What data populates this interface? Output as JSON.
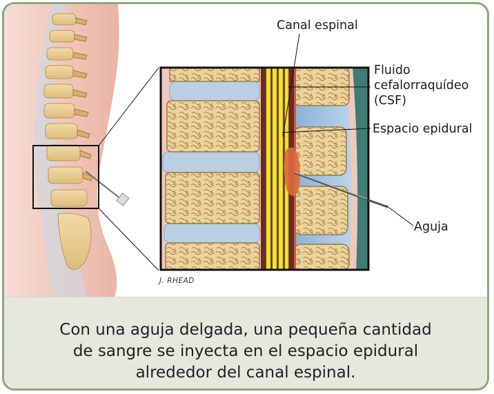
{
  "labels": {
    "canal_espinal": "Canal espinal",
    "fluido_line1": "Fluido",
    "fluido_line2": "cefalorraquídeo",
    "fluido_line3": "(CSF)",
    "espacio_epidural": "Espacio epidural",
    "aguja": "Aguja"
  },
  "signature": "J. RHEAD",
  "caption": {
    "line1": "Con una aguja delgada, una pequeña cantidad",
    "line2": "de sangre se inyecta en el espacio epidural",
    "line3": "alrededor del canal espinal."
  },
  "colors": {
    "frame_border": "#8aa77b",
    "caption_bg": "#e6e8de",
    "skin": "#f2c9bd",
    "bone": "#e9cf97",
    "disc": "#b8cfe4",
    "spinal_cord_yellow": "#efe43a",
    "csf_dark_red": "#6b2a22",
    "epidural_blue": "#a8c8e6",
    "blood": "#d96a3c",
    "teal_back": "#3f7d74"
  },
  "icons": [
    "spine-illustration",
    "needle-icon",
    "vertebra-bone",
    "intervertebral-disc",
    "spinal-cord",
    "blood-patch"
  ]
}
